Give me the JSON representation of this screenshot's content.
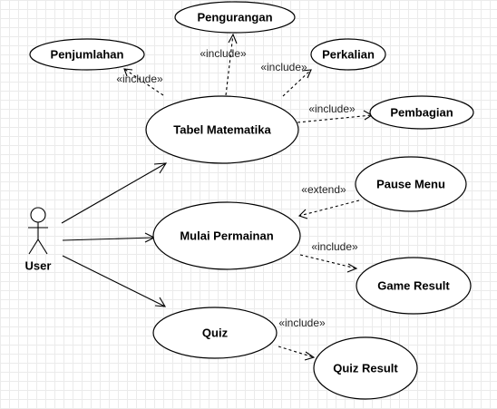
{
  "actor": {
    "label": "User"
  },
  "use_cases": {
    "tabel_matematika": "Tabel Matematika",
    "pengurangan": "Pengurangan",
    "penjumlahan": "Penjumlahan",
    "perkalian": "Perkalian",
    "pembagian": "Pembagian",
    "mulai_permainan": "Mulai Permainan",
    "pause_menu": "Pause Menu",
    "game_result": "Game Result",
    "quiz": "Quiz",
    "quiz_result": "Quiz Result"
  },
  "relations": {
    "include_pengurangan": "«include»",
    "include_penjumlahan": "«include»",
    "include_perkalian": "«include»",
    "include_pembagian": "«include»",
    "extend_pause_menu": "«extend»",
    "include_game_result": "«include»",
    "include_quiz_result": "«include»"
  }
}
